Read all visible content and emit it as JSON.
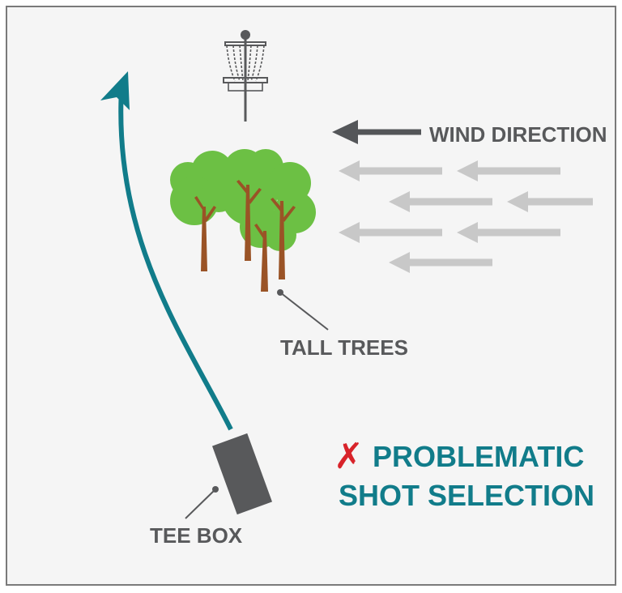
{
  "labels": {
    "wind": "WIND DIRECTION",
    "trees": "TALL TREES",
    "tee": "TEE BOX",
    "mark": "✗",
    "verdict_line1": "PROBLEMATIC",
    "verdict_line2": "SHOT SELECTION"
  },
  "colors": {
    "background": "#f5f5f5",
    "frame": "#7a7a7a",
    "flight_path": "#117c8a",
    "verdict_text": "#117c8a",
    "cross_mark": "#d8232a",
    "wind_arrow_main": "#545659",
    "wind_arrows": "#c8c8c8",
    "tree_foliage": "#6cc044",
    "tree_trunk": "#9a5326",
    "tee_box": "#58595b",
    "basket": "#58595b",
    "label_text": "#58595b",
    "leader_line": "#58595b"
  },
  "icons": {
    "basket": "disc-golf-basket-icon",
    "trees": "tree-cluster-icon",
    "tee": "tee-box-icon"
  }
}
